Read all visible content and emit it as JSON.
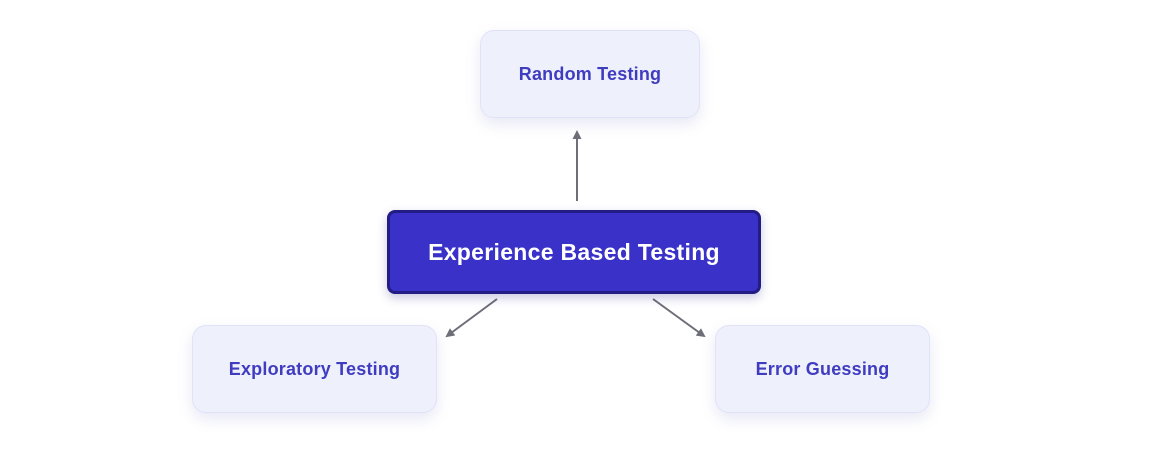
{
  "diagram": {
    "type": "hierarchy",
    "center_node": {
      "id": "experience-based-testing",
      "label": "Experience Based Testing"
    },
    "child_nodes": [
      {
        "id": "random-testing",
        "label": "Random Testing",
        "position": "top"
      },
      {
        "id": "exploratory-testing",
        "label": "Exploratory Testing",
        "position": "bottom-left"
      },
      {
        "id": "error-guessing",
        "label": "Error Guessing",
        "position": "bottom-right"
      }
    ],
    "colors": {
      "center_fill": "#3a31c8",
      "center_border": "#221c85",
      "center_text": "#ffffff",
      "child_fill": "#eef0fc",
      "child_border": "#e0e3f7",
      "child_text": "#3f3cc0",
      "arrow": "#6e6e78",
      "background": "#ffffff"
    }
  }
}
